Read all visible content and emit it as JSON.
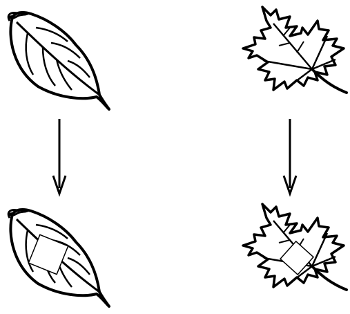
{
  "diagram": {
    "background": "#ffffff",
    "stroke_color": "#000000",
    "panels": [
      {
        "id": "oval-leaf-before",
        "icon": "oval-leaf-icon",
        "overlay": "none"
      },
      {
        "id": "maple-leaf-before",
        "icon": "maple-leaf-icon",
        "overlay": "none"
      },
      {
        "id": "oval-leaf-after",
        "icon": "oval-leaf-icon",
        "overlay": "white-square"
      },
      {
        "id": "maple-leaf-after",
        "icon": "maple-leaf-icon",
        "overlay": "white-square"
      }
    ],
    "arrows": [
      {
        "id": "left-arrow",
        "icon": "arrow-down-icon"
      },
      {
        "id": "right-arrow",
        "icon": "arrow-down-icon"
      }
    ]
  }
}
